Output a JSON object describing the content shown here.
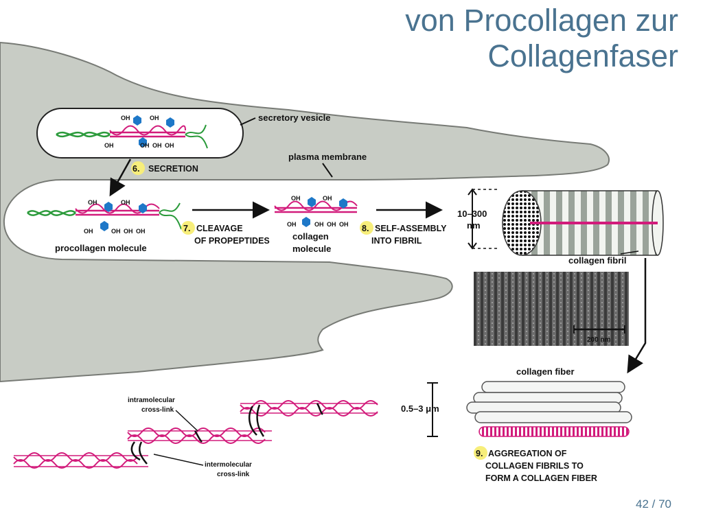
{
  "title": {
    "line1": "von Procollagen zur",
    "line2": "Collagenfaser"
  },
  "colors": {
    "title": "#4a7390",
    "cell": "#c8ccc5",
    "cell_outline": "#777a75",
    "helix_pink": "#d21b7b",
    "propeptide_green": "#2a9a3a",
    "sugar_blue": "#1e78c8",
    "step_badge": "#f7ee7a"
  },
  "labels": {
    "secretory_vesicle": "secretory vesicle",
    "plasma_membrane": "plasma membrane",
    "procollagen_molecule": "procollagen molecule",
    "collagen_molecule_1": "collagen",
    "collagen_molecule_2": "molecule",
    "collagen_fibril": "collagen fibril",
    "collagen_fiber": "collagen fiber",
    "fibril_diameter_1": "10–300",
    "fibril_diameter_2": "nm",
    "fiber_diameter": "0.5–3 μm",
    "scale_bar": "200 nm",
    "intramolecular_1": "intramolecular",
    "intramolecular_2": "cross-link",
    "intermolecular_1": "intermolecular",
    "intermolecular_2": "cross-link",
    "oh": "OH"
  },
  "steps": {
    "s6": {
      "number": "6.",
      "text": "SECRETION"
    },
    "s7": {
      "number": "7.",
      "line1": "CLEAVAGE",
      "line2": "OF PROPEPTIDES"
    },
    "s8": {
      "number": "8.",
      "line1": "SELF-ASSEMBLY",
      "line2": "INTO FIBRIL"
    },
    "s9": {
      "number": "9.",
      "line1": "AGGREGATION OF",
      "line2": "COLLAGEN FIBRILS TO",
      "line3": "FORM A COLLAGEN FIBER"
    }
  },
  "page": {
    "current": "42",
    "separator": " / ",
    "total": "70"
  }
}
